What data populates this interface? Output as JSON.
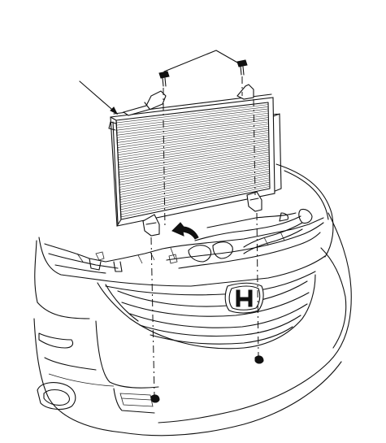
{
  "diagram": {
    "parts": [
      {
        "name": "condenser",
        "icon": "condenser-icon"
      },
      {
        "name": "upper-mounting-bolt",
        "icon": "bolt-icon"
      },
      {
        "name": "lower-mounting-bracket",
        "icon": "bracket-icon"
      },
      {
        "name": "front-bumper",
        "icon": "bumper-icon"
      },
      {
        "name": "grille-emblem",
        "icon": "emblem-icon"
      },
      {
        "name": "fog-light",
        "icon": "fog-light-icon"
      },
      {
        "name": "removal-direction-arrow",
        "icon": "curved-arrow-icon"
      }
    ],
    "colors": {
      "line": "#111111",
      "background": "#ffffff"
    }
  }
}
